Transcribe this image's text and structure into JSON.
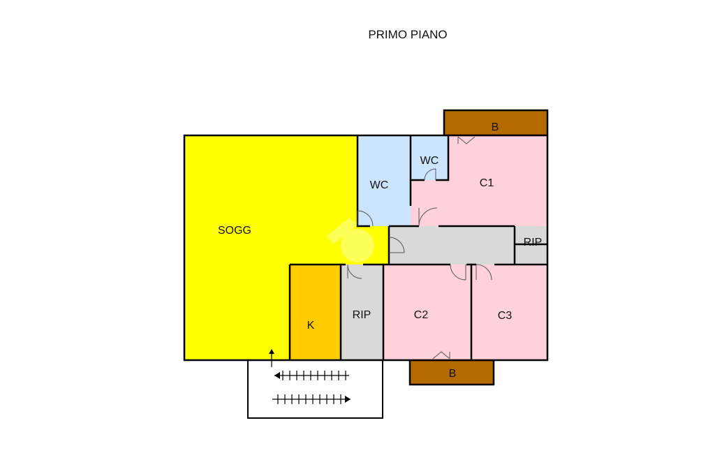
{
  "title": "PRIMO PIANO",
  "colors": {
    "living": "#ffff00",
    "kitchen": "#ffcc00",
    "bath": "#cce5ff",
    "bedroom": "#ffd1dc",
    "storage": "#d9d9d9",
    "balcony": "#b36b00",
    "walls": "#000000"
  },
  "rooms": {
    "sogg": "SOGG",
    "wc_large": "WC",
    "wc_small": "WC",
    "c1": "C1",
    "rip_east": "RIP",
    "k": "K",
    "rip_center": "RIP",
    "c2": "C2",
    "c3": "C3",
    "balcony_north": "B",
    "balcony_south": "B"
  },
  "icons": [
    "stair-arrow-icon",
    "entrance-arrow-icon"
  ]
}
